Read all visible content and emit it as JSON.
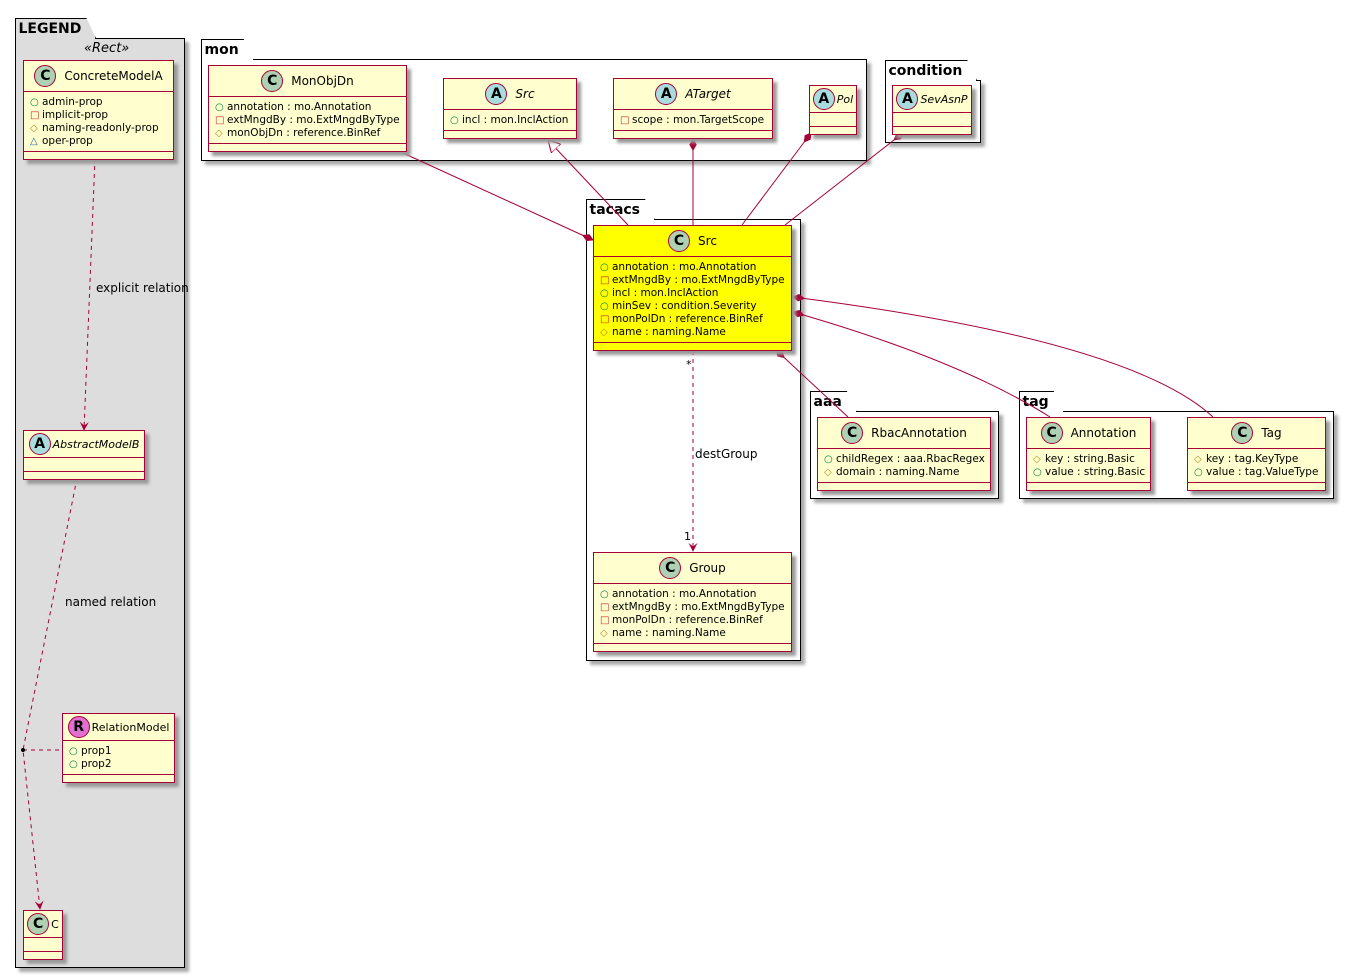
{
  "packages": {
    "legend": "LEGEND",
    "mon": "mon",
    "condition": "condition",
    "tacacs": "tacacs",
    "aaa": "aaa",
    "tag": "tag"
  },
  "legend_stereotype": "«Rect»",
  "classes": {
    "concreteModelA": {
      "kind": "C",
      "name": "ConcreteModelA",
      "members": [
        [
          "o",
          "admin-prop"
        ],
        [
          "s",
          "implicit-prop"
        ],
        [
          "d",
          "naming-readonly-prop"
        ],
        [
          "t",
          "oper-prop"
        ]
      ]
    },
    "abstractModelB": {
      "kind": "A",
      "name": "AbstractModelB",
      "members": []
    },
    "relationModel": {
      "kind": "R",
      "name": "RelationModel",
      "members": [
        [
          "o",
          "prop1"
        ],
        [
          "o",
          "prop2"
        ]
      ]
    },
    "c": {
      "kind": "C",
      "name": "C",
      "members": []
    },
    "monObjDn": {
      "kind": "C",
      "name": "MonObjDn",
      "members": [
        [
          "o",
          "annotation : mo.Annotation"
        ],
        [
          "s",
          "extMngdBy : mo.ExtMngdByType"
        ],
        [
          "d",
          "monObjDn : reference.BinRef"
        ]
      ]
    },
    "monSrc": {
      "kind": "A",
      "name": "Src",
      "members": [
        [
          "o",
          "incl : mon.InclAction"
        ]
      ]
    },
    "aTarget": {
      "kind": "A",
      "name": "ATarget",
      "members": [
        [
          "s",
          "scope : mon.TargetScope"
        ]
      ]
    },
    "pol": {
      "kind": "A",
      "name": "Pol",
      "members": []
    },
    "sevAsnP": {
      "kind": "A",
      "name": "SevAsnP",
      "members": []
    },
    "src": {
      "kind": "C",
      "name": "Src",
      "members": [
        [
          "o",
          "annotation : mo.Annotation"
        ],
        [
          "s",
          "extMngdBy : mo.ExtMngdByType"
        ],
        [
          "o",
          "incl : mon.InclAction"
        ],
        [
          "o",
          "minSev : condition.Severity"
        ],
        [
          "s",
          "monPolDn : reference.BinRef"
        ],
        [
          "d",
          "name : naming.Name"
        ]
      ]
    },
    "group": {
      "kind": "C",
      "name": "Group",
      "members": [
        [
          "o",
          "annotation : mo.Annotation"
        ],
        [
          "s",
          "extMngdBy : mo.ExtMngdByType"
        ],
        [
          "s",
          "monPolDn : reference.BinRef"
        ],
        [
          "d",
          "name : naming.Name"
        ]
      ]
    },
    "rbacAnnotation": {
      "kind": "C",
      "name": "RbacAnnotation",
      "members": [
        [
          "o",
          "childRegex : aaa.RbacRegex"
        ],
        [
          "d",
          "domain : naming.Name"
        ]
      ]
    },
    "annotation": {
      "kind": "C",
      "name": "Annotation",
      "members": [
        [
          "d",
          "key : string.Basic"
        ],
        [
          "o",
          "value : string.Basic"
        ]
      ]
    },
    "tag": {
      "kind": "C",
      "name": "Tag",
      "members": [
        [
          "d",
          "key : tag.KeyType"
        ],
        [
          "o",
          "value : tag.ValueType"
        ]
      ]
    }
  },
  "labels": {
    "explicit": "explicit relation",
    "named": "named relation",
    "destGroup": "destGroup",
    "many": "*",
    "one": "1"
  },
  "colors": {
    "border": "#a80036",
    "fill": "#fefece",
    "highlight": "#ffff00"
  }
}
